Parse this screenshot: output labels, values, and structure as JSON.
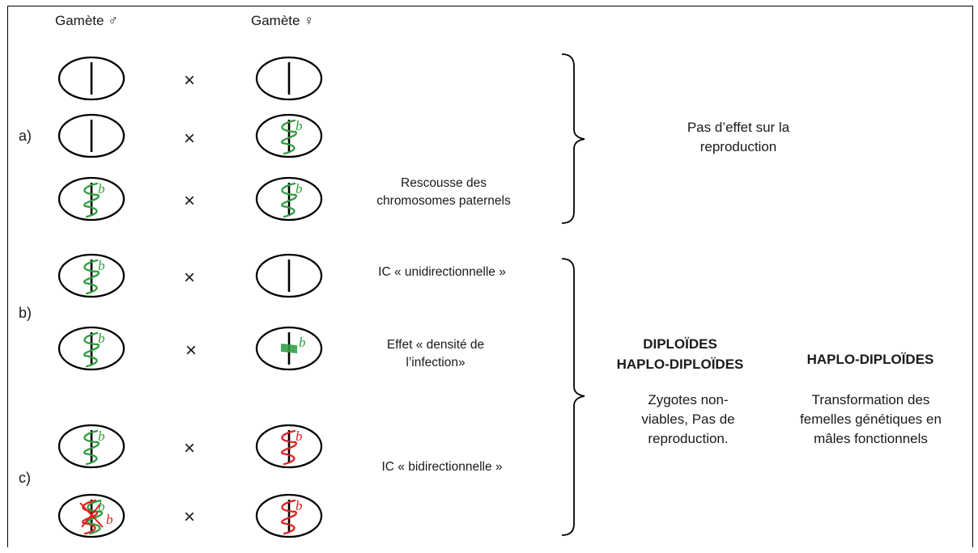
{
  "headers": {
    "male_gamete": "Gamète ♂",
    "female_gamete": "Gamète ♀"
  },
  "cross_symbol": "×",
  "infection_marker": "b",
  "colors": {
    "infection_a": "#2e9e3e",
    "infection_b": "#e02020",
    "outline": "#000000"
  },
  "row_labels": {
    "a": "a)",
    "b": "b)",
    "c": "c)"
  },
  "notes": {
    "rescue": "Rescousse des\nchromosomes paternels",
    "ic_uni": "IC « unidirectionnelle »",
    "density": "Effet « densité de\nl’infection»",
    "ic_bi": "IC « bidirectionnelle »"
  },
  "outcomes": {
    "no_effect": "Pas d’effet sur la\nreproduction",
    "diploid_title": "DIPLOÏDES\nHAPLO-DIPLOÏDES",
    "diploid_text": "Zygotes non-\nviables, Pas de\nreproduction.",
    "haplo_title": "HAPLO-DIPLOÏDES",
    "haplo_text": "Transformation des\nfemelles génétiques en\nmâles fonctionnels"
  },
  "crosses": [
    {
      "male": "none",
      "female": "none"
    },
    {
      "male": "none",
      "female": "green"
    },
    {
      "male": "green",
      "female": "green"
    },
    {
      "male": "green",
      "female": "none"
    },
    {
      "male": "green",
      "female": "green-dense"
    },
    {
      "male": "green",
      "female": "red"
    },
    {
      "male": "green-red",
      "female": "red"
    }
  ]
}
